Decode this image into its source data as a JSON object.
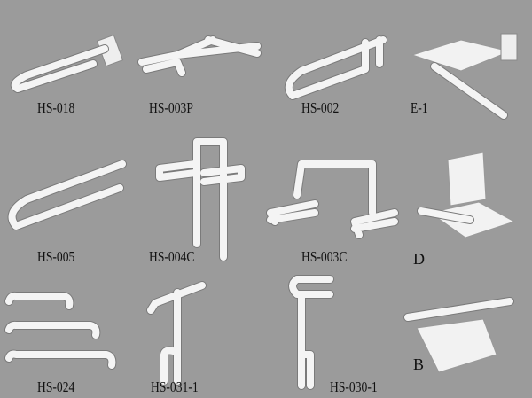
{
  "products": [
    {
      "code": "HS-018"
    },
    {
      "code": "HS-003P"
    },
    {
      "code": "HS-002"
    },
    {
      "code": "E-1"
    },
    {
      "code": "HS-005"
    },
    {
      "code": "HS-004C"
    },
    {
      "code": "HS-003C"
    },
    {
      "code": "D"
    },
    {
      "code": "HS-024"
    },
    {
      "code": "HS-031-1"
    },
    {
      "code": "HS-030-1"
    },
    {
      "code": "B"
    }
  ]
}
